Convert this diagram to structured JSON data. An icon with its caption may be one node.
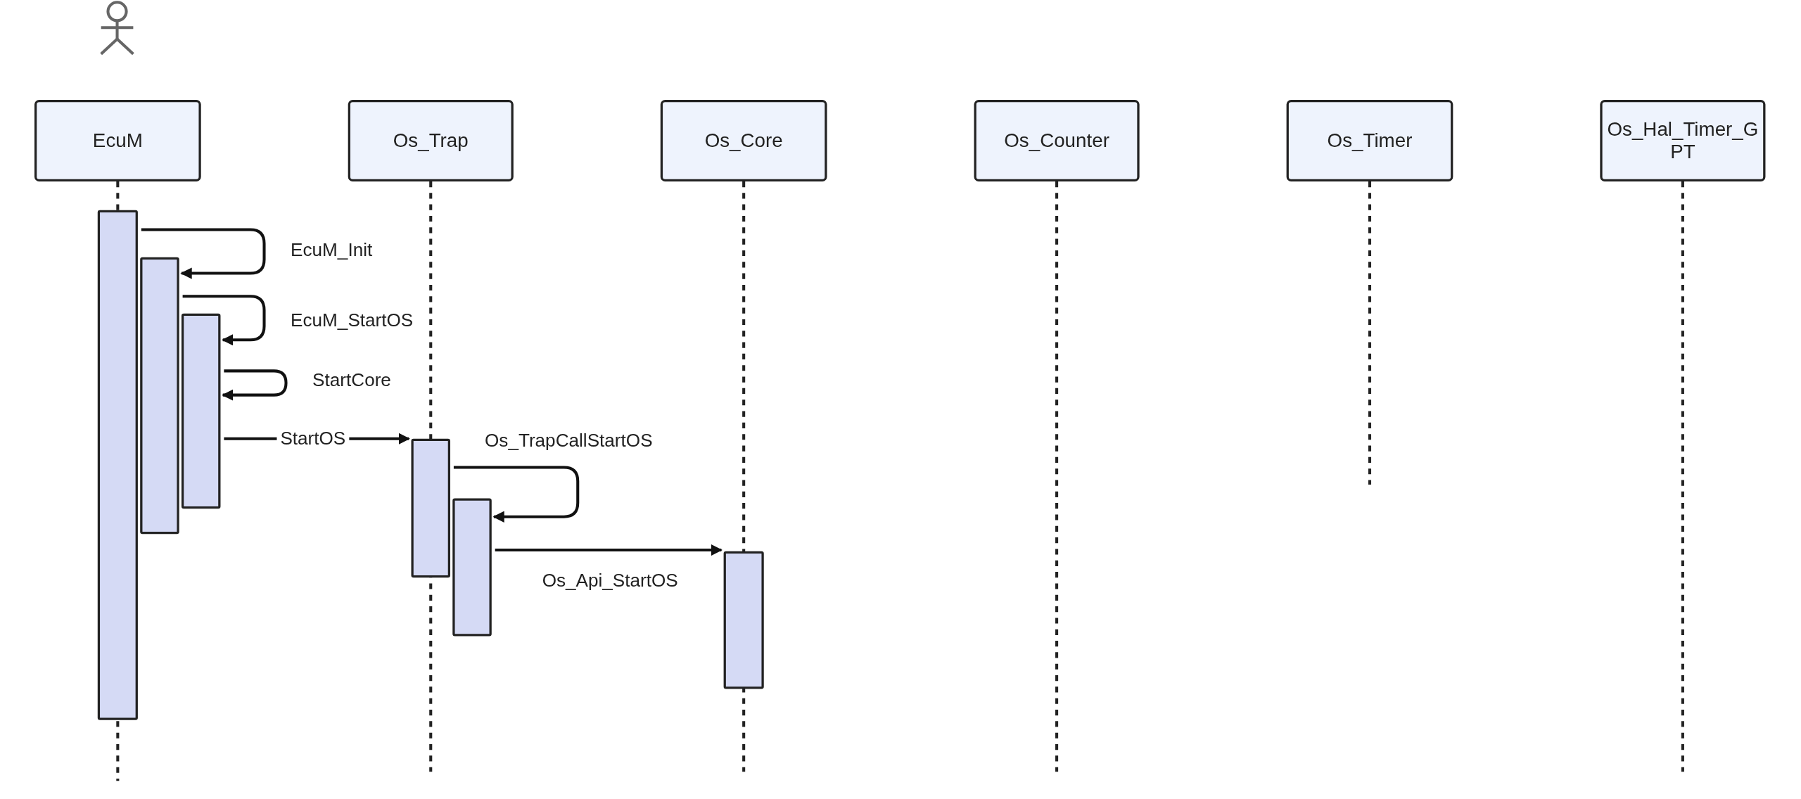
{
  "diagram": {
    "nodes": [
      {
        "text": [
          "EcuM"
        ]
      },
      {
        "text": [
          "Os_Trap"
        ]
      },
      {
        "text": [
          "Os_Core"
        ]
      },
      {
        "text": [
          "Os_Counter"
        ]
      },
      {
        "text": [
          "Os_Timer"
        ]
      },
      {
        "text": [
          "Os_Hal_Timer_GPT"
        ]
      },
      {
        "text": [],
        "shape": "bar"
      },
      {
        "text": [],
        "shape": "bar"
      },
      {
        "text": [],
        "shape": "bar"
      },
      {
        "text": [],
        "shape": "bar"
      },
      {
        "text": [],
        "shape": "bar"
      },
      {
        "text": [],
        "shape": "bar"
      }
    ],
    "edges": [
      {
        "from": 6,
        "to": 7,
        "arrow": "to",
        "label": "EcuM_Init"
      },
      {
        "from": 7,
        "to": 8,
        "arrow": "to",
        "label": "EcuM_StartOS"
      },
      {
        "from": 8,
        "to": 8,
        "arrow": "to",
        "label": "StartCore"
      },
      {
        "from": 8,
        "to": 9,
        "arrow": "to",
        "label": "StartOS"
      },
      {
        "from": 9,
        "to": 10,
        "arrow": "to",
        "label": "Os_TrapCallStartOS"
      },
      {
        "from": 10,
        "to": 11,
        "arrow": "to",
        "label": "Os_Api_StartOS"
      }
    ]
  }
}
